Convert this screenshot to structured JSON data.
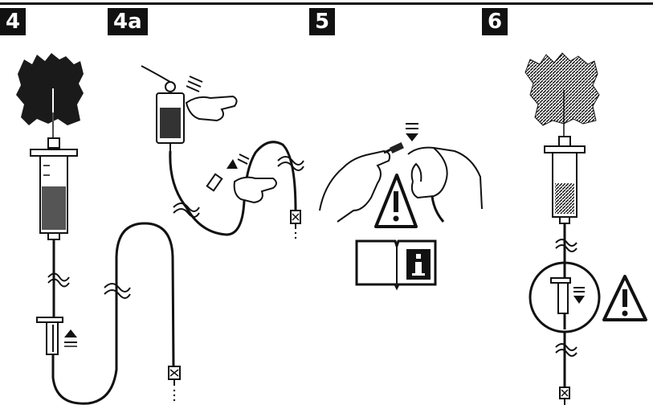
{
  "steps": {
    "s4": "4",
    "s4a": "4a",
    "s5": "5",
    "s6": "6"
  },
  "icons": [
    "shrub-icon",
    "syringe-icon",
    "tubing-icon",
    "roller-clamp-icon",
    "infusion-bag-icon",
    "hand-icon",
    "connector-icon",
    "warning-triangle-icon",
    "manual-book-icon"
  ],
  "colors": {
    "ink": "#111111",
    "paper": "#ffffff",
    "fluid": "#444444"
  }
}
